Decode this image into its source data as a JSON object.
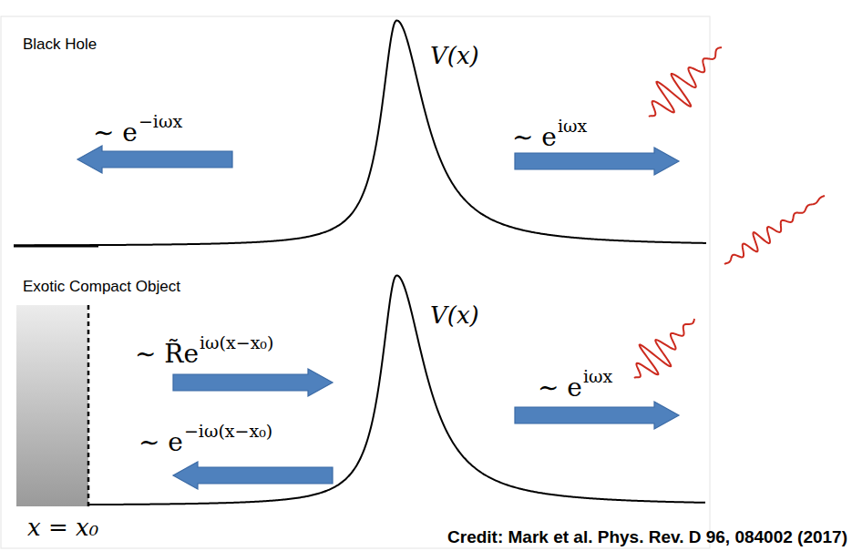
{
  "diagram": {
    "caption": "Credit: Mark et al. Phys. Rev. D 96, 084002 (2017)",
    "labels": [
      "Black Hole",
      "V(x)",
      "∼ e",
      "−iωx",
      "∼ e",
      "iωx",
      "Exotic Compact Object",
      "V(x)",
      "∼ R̃e",
      "iω(x−x₀)",
      "∼ e",
      "−iω(x−x₀)",
      "∼ e",
      "iωx",
      "x = x₀"
    ]
  }
}
